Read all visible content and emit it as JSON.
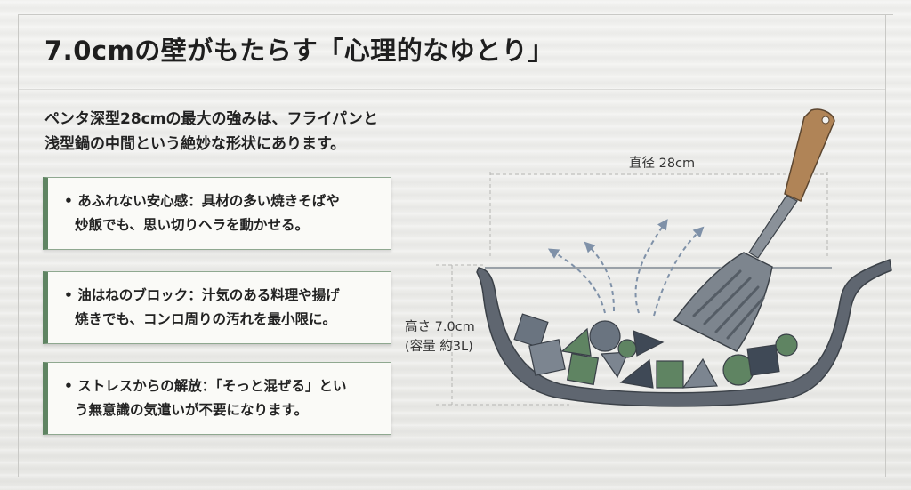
{
  "title": "7.0cmの壁がもたらす「心理的なゆとり」",
  "intro": {
    "line1": "ペンタ深型28cmの最大の強みは、フライパンと",
    "line2": "浅型鍋の中間という絶妙な形状にあります。"
  },
  "points": [
    {
      "line1": "• あふれない安心感：具材の多い焼きそばや",
      "line2": "炒飯でも、思い切りヘラを動かせる。"
    },
    {
      "line1": "• 油はねのブロック：汁気のある料理や揚げ",
      "line2": "焼きでも、コンロ周りの汚れを最小限に。"
    },
    {
      "line1": "• ストレスからの解放：「そっと混ぜる」とい",
      "line2": "う無意識の気遣いが不要になります。"
    }
  ],
  "diagram": {
    "diameter_label": "直径 28cm",
    "height_label_1": "高さ 7.0cm",
    "height_label_2": "(容量 約3L)"
  },
  "colors": {
    "accent_green": "#5f8462",
    "card_border": "#8fa890",
    "pan_steel": "#5f6670",
    "arrow_blue": "#7f91a8"
  }
}
